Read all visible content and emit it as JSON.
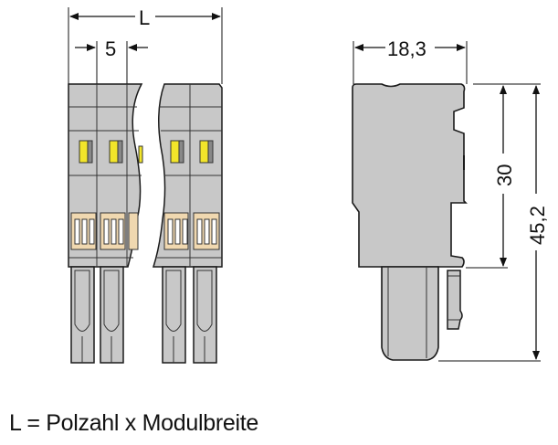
{
  "diagram": {
    "front_view": {
      "dimension_total_label": "L",
      "dimension_pitch_label": "5"
    },
    "side_view": {
      "dimension_width_label": "18,3",
      "dimension_body_height_label": "30",
      "dimension_total_height_label": "45,2"
    },
    "caption": "L = Polzahl x Modulbreite",
    "colors": {
      "housing": "#c8c8c8",
      "outline": "#1a1a1a",
      "release_latch": "#f2e52a",
      "contact_springs": "#f0d8b0"
    }
  }
}
